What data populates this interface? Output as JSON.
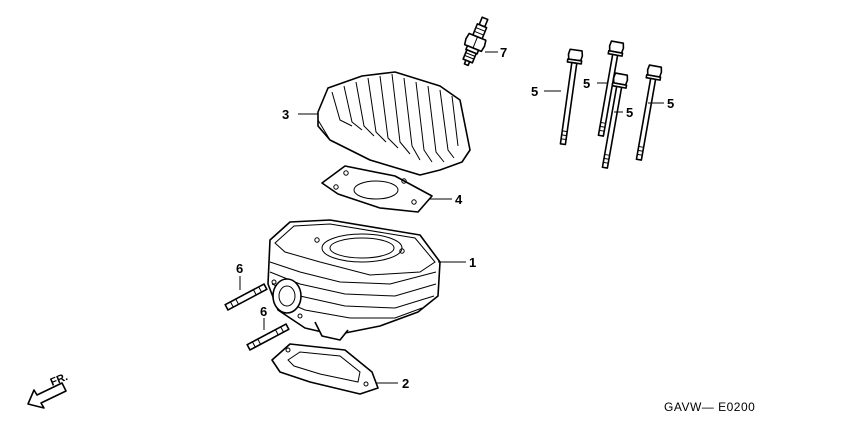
{
  "callouts": {
    "cylinder": "1",
    "base_gasket": "2",
    "cylinder_head": "3",
    "head_gasket": "4",
    "bolt_a": "5",
    "bolt_b": "5",
    "bolt_c": "5",
    "bolt_d": "5",
    "stud_upper": "6",
    "stud_lower": "6",
    "spark_plug": "7"
  },
  "direction_label": "FR.",
  "diagram_code": "GAVW— E0200"
}
